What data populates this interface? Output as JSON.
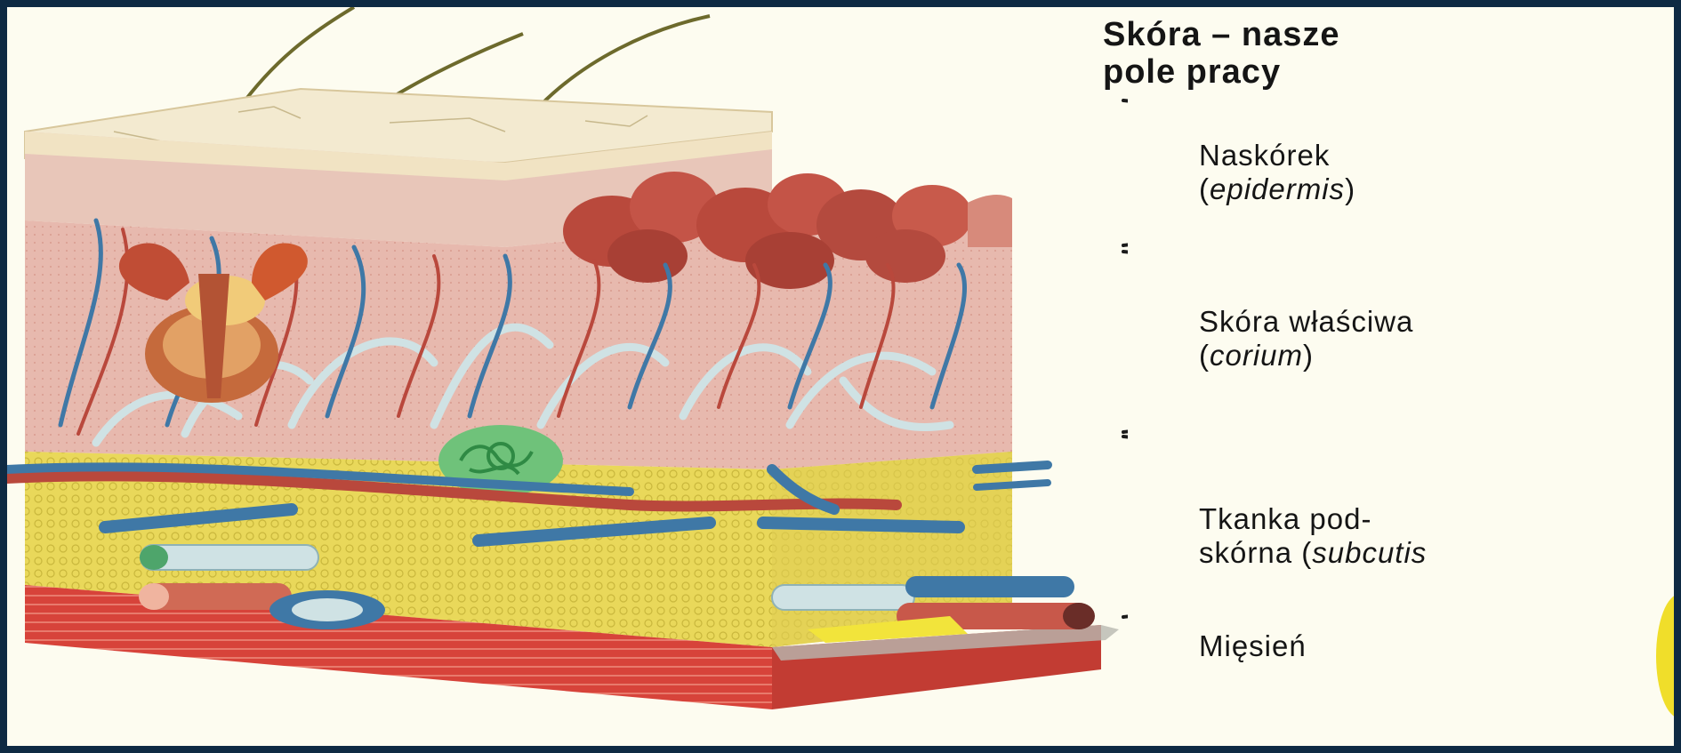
{
  "title": {
    "line1": "Skóra – nasze",
    "line2": "pole pracy"
  },
  "layers": [
    {
      "name": "Naskórek",
      "latin": "epidermis",
      "latin_open": "(",
      "latin_close": ")"
    },
    {
      "name": "Skóra właściwa",
      "latin": "corium",
      "latin_open": "(",
      "latin_close": ")"
    },
    {
      "name": "Tkanka pod-",
      "name2": "skórna",
      "latin": "subcutis",
      "latin_open": "(",
      "latin_close": ""
    },
    {
      "name": "Mięsień"
    }
  ],
  "colors": {
    "background": "#fdfcf0",
    "frame": "#0e2a43",
    "epidermis": "#f1e3c3",
    "corium": "#e7b9ae",
    "subcutis": "#e9d85a",
    "muscle": "#d7433a",
    "vein": "#3f78a6",
    "artery": "#b9483c",
    "lymph": "#cfe2e4",
    "sweat_gland": "#6fc27a",
    "text": "#151515"
  }
}
